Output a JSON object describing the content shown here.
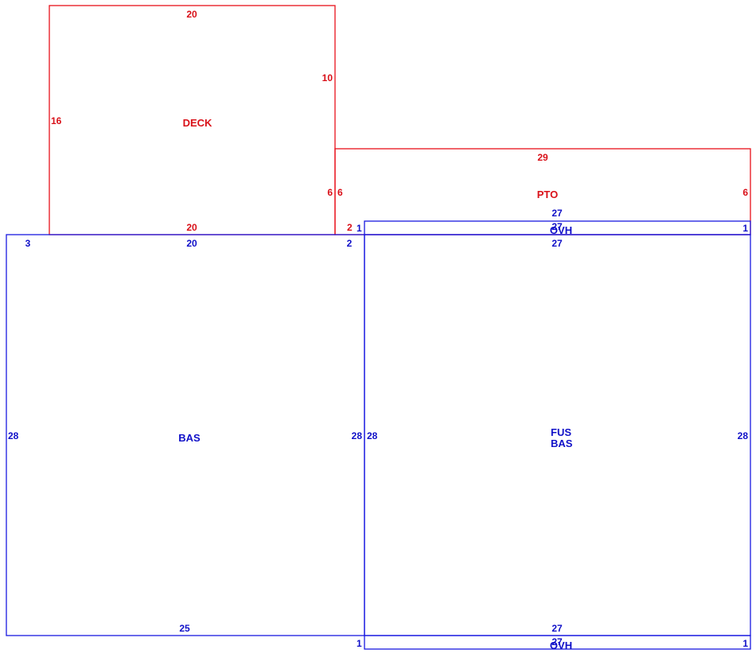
{
  "colors": {
    "upper_floor": "#e8101a",
    "main_floor": "#1a1ae0"
  },
  "areas": {
    "deck": {
      "label": "DECK",
      "dims": {
        "top": "20",
        "left": "16",
        "right_upper": "10",
        "right_lower": "6",
        "bottom": "20"
      }
    },
    "pto": {
      "label": "PTO",
      "dims": {
        "top": "29",
        "left": "6",
        "right": "6",
        "bottom_left": "2"
      }
    },
    "bas_left": {
      "label": "BAS",
      "dims": {
        "top": "20",
        "top_left_corner": "3",
        "top_right_corner": "2",
        "left": "28",
        "right": "28",
        "bottom": "25"
      }
    },
    "fus_bas": {
      "label_line1": "FUS",
      "label_line2": "BAS",
      "dims": {
        "top": "27",
        "left": "28",
        "right": "28",
        "bottom": "27"
      }
    },
    "ovh_top": {
      "label": "OVH",
      "dims": {
        "top": "27",
        "bottom": "27",
        "left": "1",
        "right": "1"
      }
    },
    "ovh_bottom": {
      "label": "OVH",
      "dims": {
        "bottom": "27",
        "left": "1",
        "right": "1"
      }
    }
  }
}
